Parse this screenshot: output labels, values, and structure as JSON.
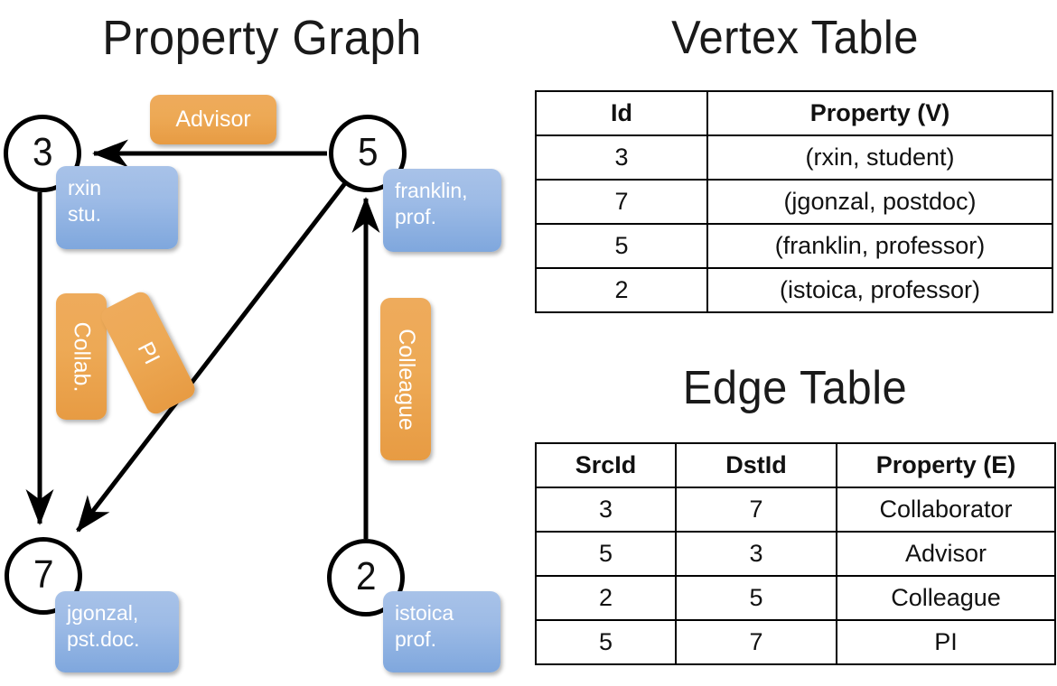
{
  "titles": {
    "property_graph": "Property Graph",
    "vertex_table": "Vertex Table",
    "edge_table": "Edge Table"
  },
  "graph": {
    "nodes": [
      {
        "id": "3",
        "property": "rxin\nstu."
      },
      {
        "id": "5",
        "property": "franklin,\nprof."
      },
      {
        "id": "7",
        "property": "jgonzal,\npst.doc."
      },
      {
        "id": "2",
        "property": "istoica\nprof."
      }
    ],
    "edge_labels": [
      {
        "name": "advisor",
        "text": "Advisor"
      },
      {
        "name": "collab",
        "text": "Collab."
      },
      {
        "name": "pi",
        "text": "PI"
      },
      {
        "name": "colleague",
        "text": "Colleague"
      }
    ]
  },
  "vertex_table": {
    "headers": [
      "Id",
      "Property (V)"
    ],
    "rows": [
      [
        "3",
        "(rxin, student)"
      ],
      [
        "7",
        "(jgonzal, postdoc)"
      ],
      [
        "5",
        "(franklin, professor)"
      ],
      [
        "2",
        "(istoica, professor)"
      ]
    ]
  },
  "edge_table": {
    "headers": [
      "SrcId",
      "DstId",
      "Property (E)"
    ],
    "rows": [
      [
        "3",
        "7",
        "Collaborator"
      ],
      [
        "5",
        "3",
        "Advisor"
      ],
      [
        "2",
        "5",
        "Colleague"
      ],
      [
        "5",
        "7",
        "PI"
      ]
    ]
  },
  "colors": {
    "vertex_cell": "#d3dff0",
    "edge_cell": "#f6dfc5",
    "vertex_box": "#9dbbe6",
    "edge_box": "#eda955",
    "stroke": "#000000"
  }
}
